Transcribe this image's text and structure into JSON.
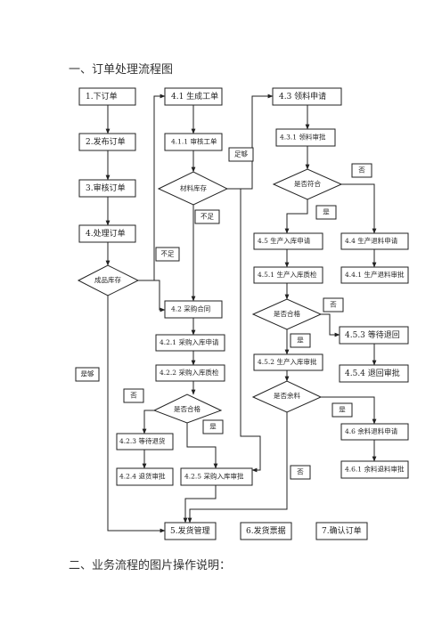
{
  "headings": {
    "section1": "一、订单处理流程图",
    "section2": "二、业务流程的图片操作说明："
  },
  "nodes": {
    "n1": "1.下订单",
    "n2": "2.发布订单",
    "n3": "3.审核订单",
    "n4": "4.处理订单",
    "stock": "成品库存",
    "n41": "4.1 生成工单",
    "n411": "4.1.1 审核工单",
    "mat": "材料库存",
    "n42": "4.2 采购合同",
    "n421": "4.2.1 采购入库申请",
    "n422": "4.2.2 采购入库质检",
    "q1": "是否合格",
    "n423": "4.2.3 等待退货",
    "n424": "4.2.4 退货审批",
    "n425": "4.2.5 采购入库审批",
    "n43": "4.3 领料申请",
    "n431": "4.3.1 领料审批",
    "fit": "是否符合",
    "n45": "4.5 生产入库申请",
    "n451": "4.5.1 生产入库质检",
    "q2": "是否合格",
    "n452": "4.5.2 生产入库审批",
    "surplus": "是否余料",
    "n44": "4.4 生产退料申请",
    "n441": "4.4.1 生产退料审批",
    "n453": "4.5.3 等待退回",
    "n454": "4.5.4 退回审批",
    "n46": "4.6 余料退料申请",
    "n461": "4.6.1 余料退料审批",
    "n5": "5.发货管理",
    "n6": "6.发货票据",
    "n7": "7.确认订单"
  },
  "tags": {
    "enough1": "足够",
    "short1": "不足",
    "short2": "不足",
    "enough2": "是够",
    "no1": "否",
    "yes1": "是",
    "no2": "否",
    "yes2": "是",
    "no3": "否",
    "yes3": "是",
    "yes4": "是",
    "no4": "否"
  }
}
